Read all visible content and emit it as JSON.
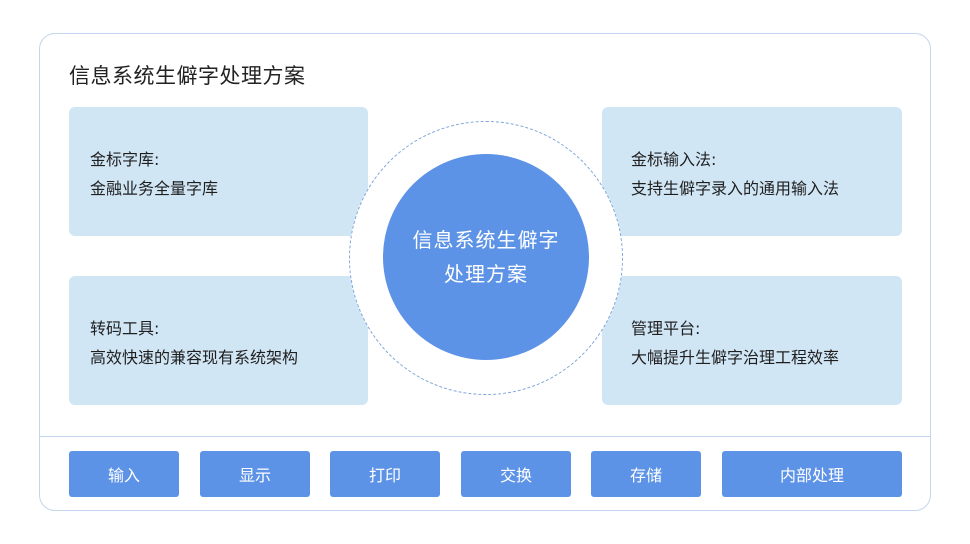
{
  "title": "信息系统生僻字处理方案",
  "hub": {
    "label": "信息系统生僻字处理方案"
  },
  "cards": {
    "top_left": {
      "heading": "金标字库:",
      "desc": "金融业务全量字库"
    },
    "bottom_left": {
      "heading": "转码工具:",
      "desc": "高效快速的兼容现有系统架构"
    },
    "top_right": {
      "heading": "金标输入法:",
      "desc": "支持生僻字录入的通用输入法"
    },
    "bottom_right": {
      "heading": "管理平台:",
      "desc": "大幅提升生僻字治理工程效率"
    }
  },
  "buttons": [
    "输入",
    "显示",
    "打印",
    "交换",
    "存储",
    "内部处理"
  ],
  "colors": {
    "accent": "#5d93e6",
    "card_bg": "#d1e6f5",
    "border": "#c3d6ee"
  }
}
